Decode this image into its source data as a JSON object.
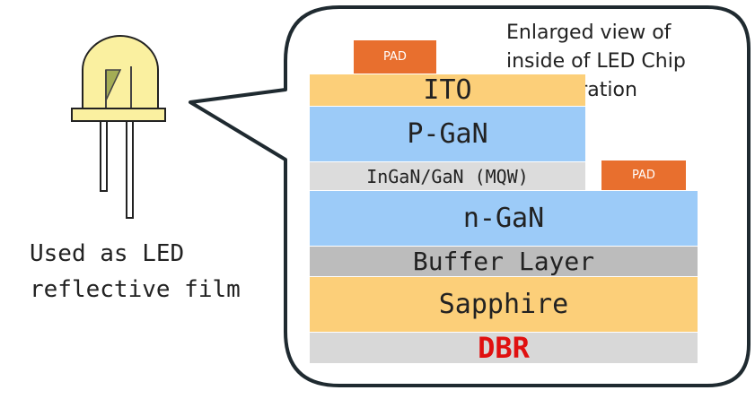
{
  "colors": {
    "ito": "#fccf79",
    "pgan": "#9ccbf8",
    "mqw": "#dcdcdc",
    "ngan": "#9ccbf8",
    "buffer": "#bcbcbc",
    "sapphire": "#fccf79",
    "dbr": "#d8d8d8",
    "pad": "#e86f2e",
    "dbr_text": "#e01010",
    "outline": "#1f2a30",
    "led_bulb": "#faf0a0"
  },
  "callout": {
    "title_lines": [
      "Enlarged view of",
      "inside of LED Chip",
      "configuration"
    ]
  },
  "led": {
    "caption_lines": [
      "Used as LED",
      "reflective film"
    ],
    "icon": "led-bulb-icon"
  },
  "chip": {
    "pad_top_label": "PAD",
    "pad_right_label": "PAD",
    "layers": {
      "ito": "ITO",
      "pgan": "P-GaN",
      "mqw": "InGaN/GaN (MQW)",
      "ngan": "n-GaN",
      "buffer": "Buffer Layer",
      "sapphire": "Sapphire",
      "dbr": "DBR"
    }
  }
}
